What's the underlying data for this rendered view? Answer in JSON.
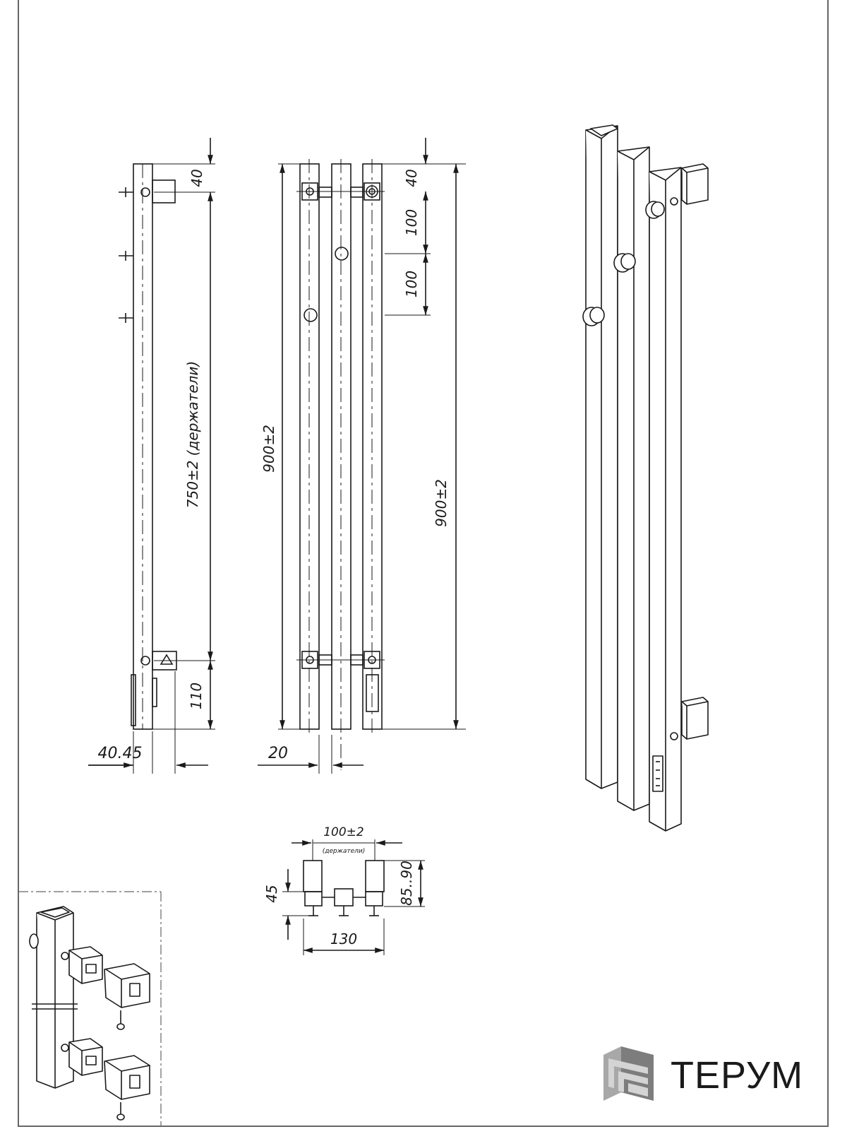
{
  "dimensions": {
    "side_top": "40",
    "side_holders_span": "750±2 (держатели)",
    "side_bottom": "110",
    "side_width": "40.45",
    "front_total_left": "900±2",
    "front_top": "40",
    "front_step_1": "100",
    "front_step_2": "100",
    "front_total_right": "900±2",
    "front_tube_width": "20",
    "plan_holders": "100±2",
    "plan_holders_note": "(держатели)",
    "plan_depth_left": "45",
    "plan_depth_right": "85..90",
    "plan_width": "130"
  },
  "brand": {
    "name": "ТЕРУМ",
    "logo_icon": "terum-logo-icon",
    "logo_color": "#8a8a8a"
  },
  "colors": {
    "line": "#1a1a1a",
    "frame": "#666666"
  }
}
